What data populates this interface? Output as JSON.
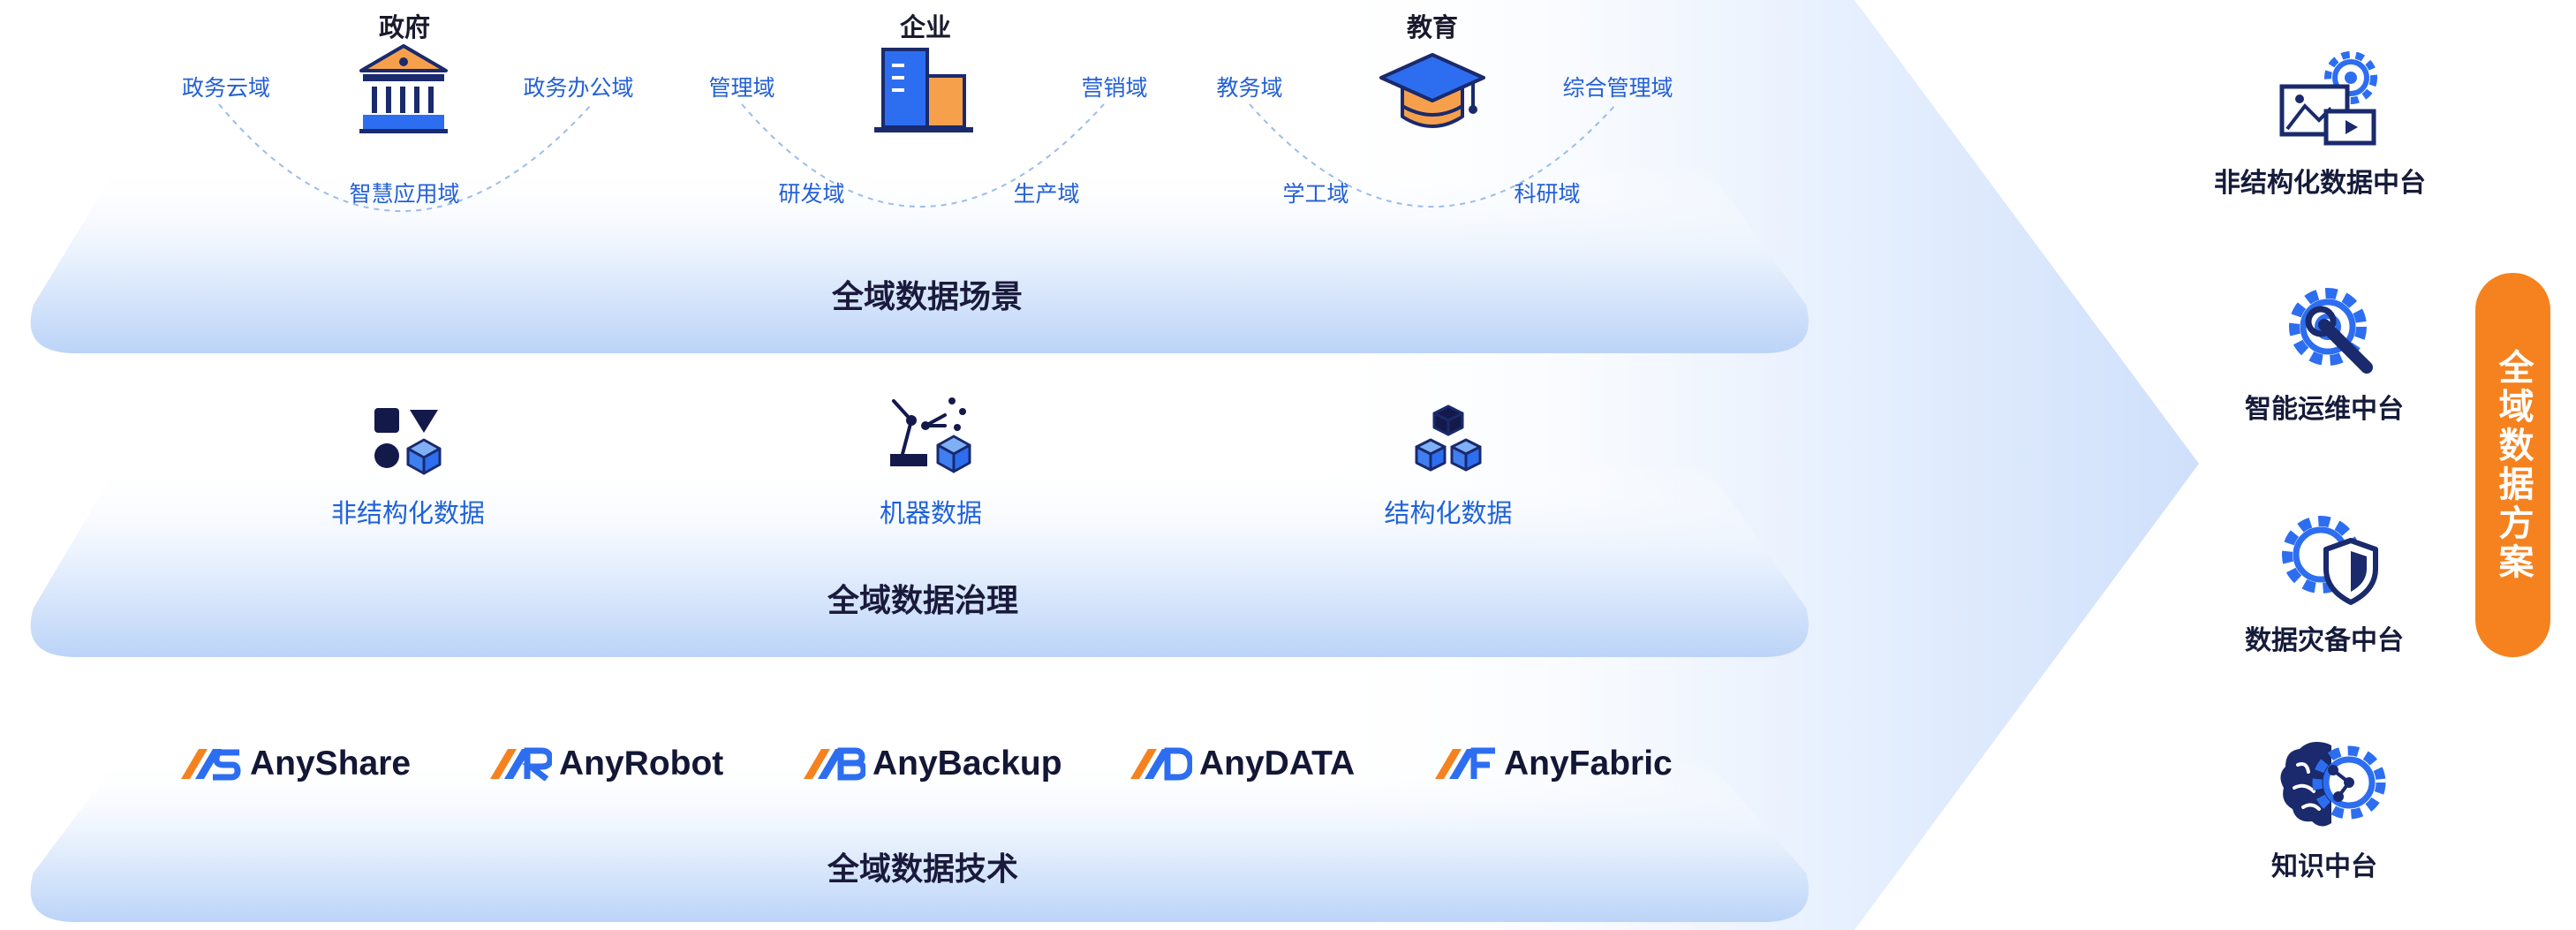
{
  "sectors": [
    {
      "title": "政府",
      "domains": {
        "left": "政务云域",
        "right": "政务办公域",
        "bottom": "智慧应用域"
      }
    },
    {
      "title": "企业",
      "domains": {
        "left": "管理域",
        "right": "营销域",
        "bottom_left": "研发域",
        "bottom_right": "生产域"
      }
    },
    {
      "title": "教育",
      "domains": {
        "left": "教务域",
        "right": "综合管理域",
        "bottom_left": "学工域",
        "bottom_right": "科研域"
      }
    }
  ],
  "layers": {
    "scenario": "全域数据场景",
    "governance": "全域数据治理",
    "technology": "全域数据技术"
  },
  "data_types": [
    "非结构化数据",
    "机器数据",
    "结构化数据"
  ],
  "products": [
    "AnyShare",
    "AnyRobot",
    "AnyBackup",
    "AnyDATA",
    "AnyFabric"
  ],
  "platforms": [
    "非结构化数据中台",
    "智能运维中台",
    "数据灾备中台",
    "知识中台"
  ],
  "solution": "全域数据方案",
  "colors": {
    "accent_blue": "#2460d6",
    "dark_navy": "#131735",
    "orange": "#f5821f",
    "layer_blue": "#cfe0fb"
  }
}
